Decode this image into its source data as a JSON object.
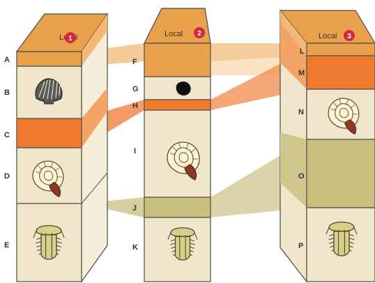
{
  "columns": [
    {
      "title": "Local",
      "number": "1"
    },
    {
      "title": "Local",
      "number": "2"
    },
    {
      "title": "Local",
      "number": "3"
    }
  ],
  "layer_labels": {
    "col1": [
      "A",
      "B",
      "C",
      "D",
      "E"
    ],
    "col2": [
      "F",
      "G",
      "H",
      "I",
      "J",
      "K"
    ],
    "col3": [
      "L",
      "M",
      "N",
      "O",
      "P"
    ]
  },
  "colors": {
    "tan": "#F0E6CC",
    "orange_band": "#F07A2E",
    "top_band": "#E9A24B",
    "olive_band": "#C9C07E",
    "badge": "#D22A3A",
    "outline": "#4A4A4A"
  },
  "fossils": [
    {
      "layer": "B",
      "icon": "scallop-shell-icon"
    },
    {
      "layer": "D",
      "icon": "ammonite-icon"
    },
    {
      "layer": "E",
      "icon": "trilobite-icon"
    },
    {
      "layer": "G",
      "icon": "dark-fossil-icon"
    },
    {
      "layer": "I",
      "icon": "ammonite-icon"
    },
    {
      "layer": "K",
      "icon": "trilobite-icon"
    },
    {
      "layer": "N",
      "icon": "ammonite-icon"
    },
    {
      "layer": "P",
      "icon": "trilobite-icon"
    }
  ]
}
